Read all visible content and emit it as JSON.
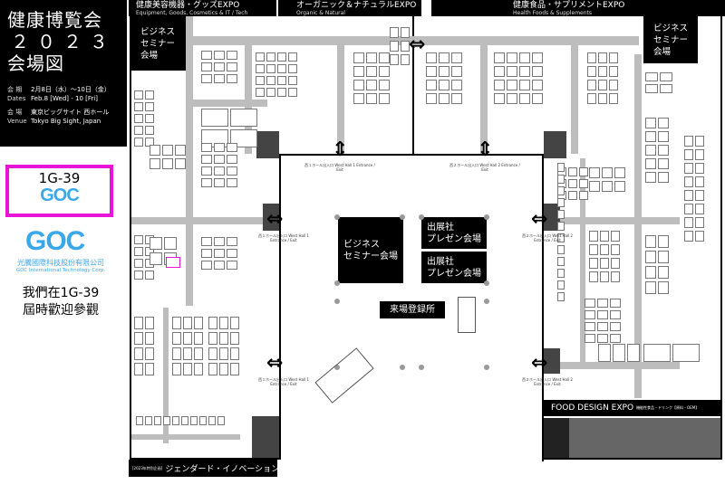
{
  "side": {
    "title1": "健康博覧会",
    "title2": "２０２３",
    "title3": "会場図",
    "dates_key_jp": "会 期",
    "dates_key_en": "Dates",
    "dates_jp": "2月8日（水）～10日（金）",
    "dates_en": "Feb.8 [Wed] - 10 [Fri]",
    "venue_key_jp": "会 場",
    "venue_key_en": "Venue",
    "venue_jp": "東京ビッグサイト 西ホール",
    "venue_en": "Tokyo Big Sight, Japan"
  },
  "promo": {
    "booth": "1G-39",
    "logo": "GOC",
    "company_zh": "光騰國際科技股份有限公司",
    "company_en": "GOC International Technology Corp.",
    "msg1": "我們在1G-39",
    "msg2": "屆時歡迎參觀"
  },
  "headers": [
    {
      "jp": "健康美容機器・グッズEXPO",
      "en": "Equipment, Goods, Cosmetics & IT / Tech"
    },
    {
      "jp": "オーガニック＆ナチュラルEXPO",
      "en": "Organic & Natural"
    },
    {
      "jp": "健康食品・サプリメントEXPO",
      "en": "Health Foods & Supplements"
    }
  ],
  "rooms": {
    "seminar_left": "ビジネス\nセミナー\n会場",
    "seminar_right": "ビジネス\nセミナー\n会場",
    "seminar_center": "ビジネス\nセミナー会場",
    "presen1": "出展社\nプレゼン会場",
    "presen2": "出展社\nプレゼン会場",
    "registration": "来場登録所"
  },
  "entrances": {
    "west1": "西１ホール出入口 West Hall 1 Entrance / Exit",
    "west2": "西２ホール出入口 West Hall 2 Entrance / Exit"
  },
  "food": {
    "title": "FOOD DESIGN EXPO",
    "sub": "機能性食品・ドリンク【原料・OEM】"
  },
  "gender": {
    "tag": "[2023年特別企画]",
    "title": "ジェンダード・イノベーション"
  },
  "colors": {
    "highlight": "#e815d8",
    "goc": "#3aa7e8"
  }
}
